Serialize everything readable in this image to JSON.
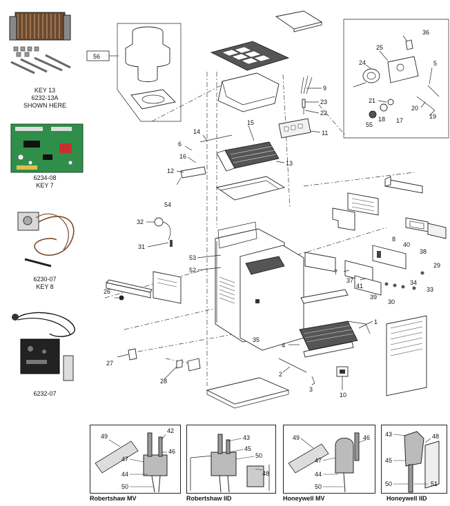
{
  "left_parts": [
    {
      "key": "heat-exchanger",
      "lines": [
        "KEY 13",
        "6232-13A",
        "SHOWN HERE"
      ]
    },
    {
      "key": "control-board",
      "lines": [
        "6234-08",
        "KEY 7"
      ]
    },
    {
      "key": "thermostat",
      "lines": [
        "6230-07",
        "KEY 8"
      ]
    },
    {
      "key": "ignition-module",
      "lines": [
        "6232-07"
      ]
    }
  ],
  "callouts": {
    "c56": "56",
    "c36": "36",
    "c25": "25",
    "c24": "24",
    "c5": "5",
    "c21": "21",
    "c20": "20",
    "c19": "19",
    "c18": "18",
    "c17": "17",
    "c55": "55",
    "c9": "9",
    "c23": "23",
    "c22": "22",
    "c11": "11",
    "c14": "14",
    "c15": "15",
    "c6": "6",
    "c16": "16",
    "c13": "13",
    "c12": "12",
    "c54": "54",
    "c32": "32",
    "c31": "31",
    "c53": "53",
    "c52": "52",
    "c8": "8",
    "c40": "40",
    "c38": "38",
    "c29": "29",
    "c7": "7",
    "c37": "37",
    "c41": "41",
    "c34": "34",
    "c33": "33",
    "c39": "39",
    "c30": "30",
    "c26": "26",
    "c35": "35",
    "c1": "1",
    "c4": "4",
    "c27": "27",
    "c2": "2",
    "c28": "28",
    "c3": "3",
    "c10": "10",
    "i49a": "49",
    "i42": "42",
    "i46a": "46",
    "i47a": "47",
    "i44a": "44",
    "i50a": "50",
    "i43a": "43",
    "i45a": "45",
    "i50b": "50",
    "i48a": "48",
    "i49b": "49",
    "i46b": "46",
    "i47b": "47",
    "i44b": "44",
    "i50c": "50",
    "i43b": "43",
    "i48b": "48",
    "i45b": "45",
    "i50d": "50",
    "i51": "51"
  },
  "insets": [
    {
      "label": "Robertshaw MV"
    },
    {
      "label": "Robertshaw IID"
    },
    {
      "label": "Honeywell MV"
    },
    {
      "label": "Honeywell IID"
    }
  ]
}
